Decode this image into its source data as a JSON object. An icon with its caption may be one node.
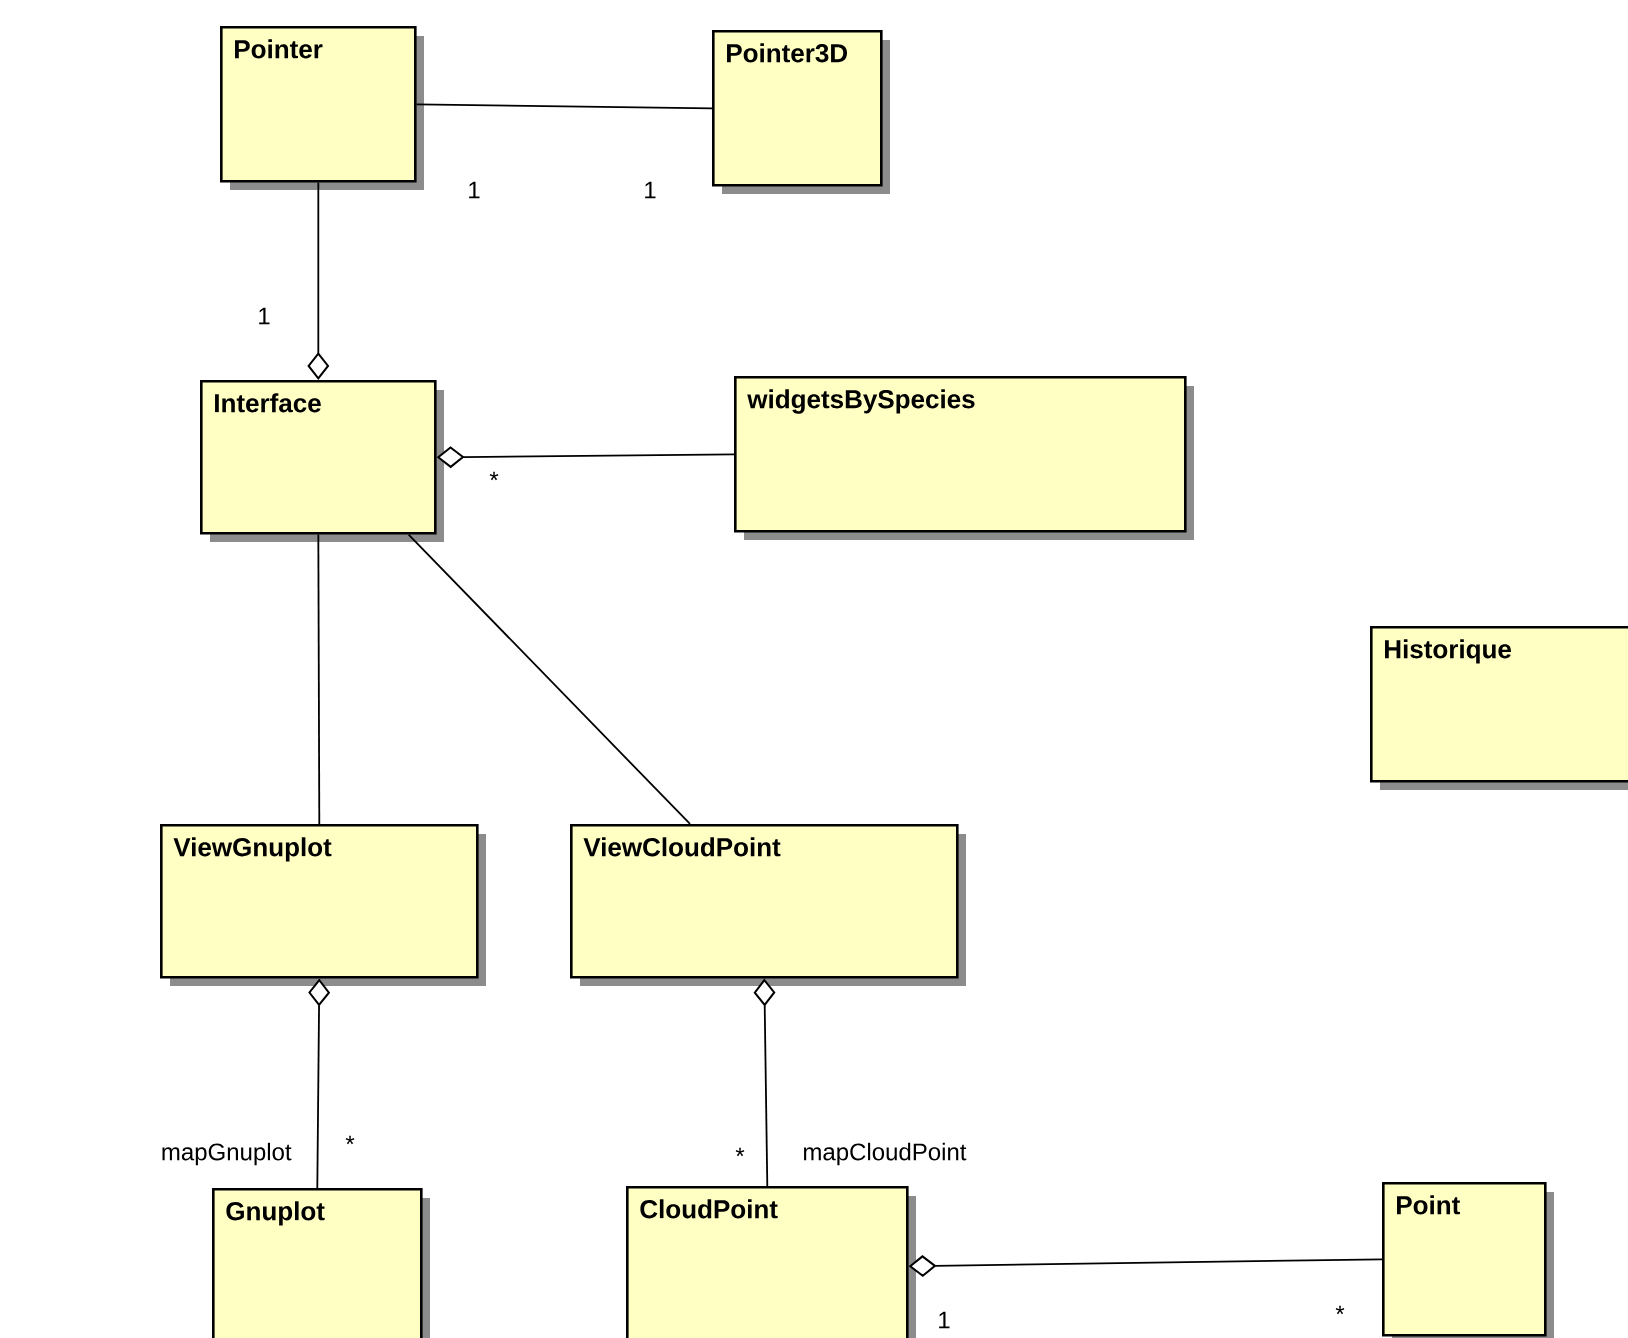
{
  "diagram": {
    "nodes": [
      {
        "text": [
          "Pointer"
        ]
      },
      {
        "text": [
          "Pointer3D"
        ]
      },
      {
        "text": [
          "Interface"
        ]
      },
      {
        "text": [
          "widgetsBySpecies"
        ]
      },
      {
        "text": [
          "Historique"
        ]
      },
      {
        "text": [
          "ViewGnuplot"
        ]
      },
      {
        "text": [
          "ViewCloudPoint"
        ]
      },
      {
        "text": [
          "Gnuplot"
        ]
      },
      {
        "text": [
          "CloudPoint"
        ]
      },
      {
        "text": [
          "Point"
        ]
      }
    ],
    "edges": [
      {
        "from": 0,
        "to": 1,
        "arrow": "none"
      },
      {
        "from": 0,
        "to": 2,
        "arrow": "other"
      },
      {
        "from": 3,
        "to": 2,
        "arrow": "other"
      },
      {
        "from": 2,
        "to": 5,
        "arrow": "none"
      },
      {
        "from": 2,
        "to": 6,
        "arrow": "none"
      },
      {
        "from": 7,
        "to": 5,
        "arrow": "other",
        "label": "mapGnuplot"
      },
      {
        "from": 8,
        "to": 6,
        "arrow": "other",
        "label": "mapCloudPoint"
      },
      {
        "from": 9,
        "to": 8,
        "arrow": "other"
      }
    ],
    "labels": [
      "1",
      "1",
      "1",
      "*",
      "*",
      "*",
      "1",
      "*"
    ]
  }
}
